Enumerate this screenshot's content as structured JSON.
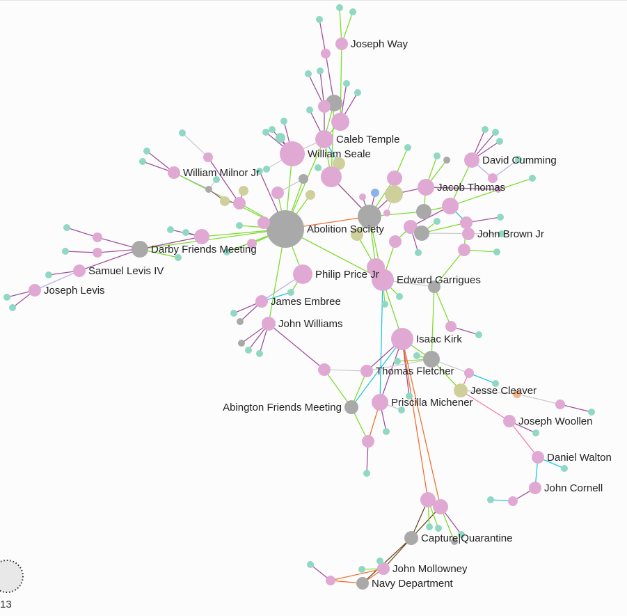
{
  "colors": {
    "person": "#e0a9d4",
    "organization": "#a9a9a9",
    "document": "#8fd8c4",
    "place": "#cfcf9b",
    "event": "#8ab4e8",
    "other": "#f5b38a",
    "edge_green": "#7ddc2e",
    "edge_purple": "#a0509a",
    "edge_cyan": "#22c4e0",
    "edge_orange": "#f07030",
    "edge_gray": "#cccccc",
    "edge_brown": "#6b4a1e",
    "edge_pink": "#f07aa8",
    "edge_lavender": "#b8b0ea"
  },
  "labels": {
    "JW": "Joseph Way",
    "CT": "Caleb Temple",
    "WS": "William Seale",
    "WM": "William Milnor Jr",
    "DC": "David Cumming",
    "JT": "Jacob Thomas",
    "AS": "Abolition Society",
    "JB": "John Brown Jr",
    "DF": "Darby Friends Meeting",
    "SL": "Samuel Levis IV",
    "JL": "Joseph Levis",
    "PP": "Philip Price Jr",
    "EG": "Edward Garrigues",
    "JE": "James Embree",
    "JWi": "John Williams",
    "IK": "Isaac Kirk",
    "TF": "Thomas Fletcher",
    "JC": "Jesse Cleaver",
    "PM": "Priscilla Michener",
    "AF": "Abington Friends Meeting",
    "JWo": "Joseph Woollen",
    "DW": "Daniel Walton",
    "JCo": "John Cornell",
    "CQ": "Capture|Quarantine",
    "JM": "John Mollowney",
    "ND": "Navy Department"
  },
  "legend": {
    "size_value": "13"
  }
}
